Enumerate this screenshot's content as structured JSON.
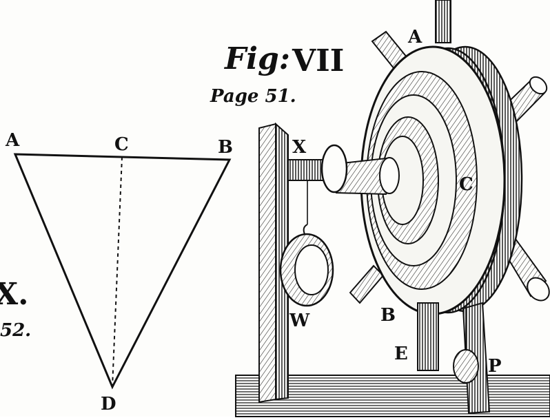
{
  "figure_caption_left": "Fig:",
  "figure_caption_num": "VII",
  "page_ref": "Page 51.",
  "partial_caption_num": "X.",
  "partial_page_num": "52.",
  "triangle_labels": {
    "a": "A",
    "b": "B",
    "c": "C",
    "d": "D"
  },
  "wheel_labels": {
    "a": "A",
    "b": "B",
    "c": "C",
    "x": "X",
    "w": "W",
    "e": "E",
    "p": "P"
  }
}
